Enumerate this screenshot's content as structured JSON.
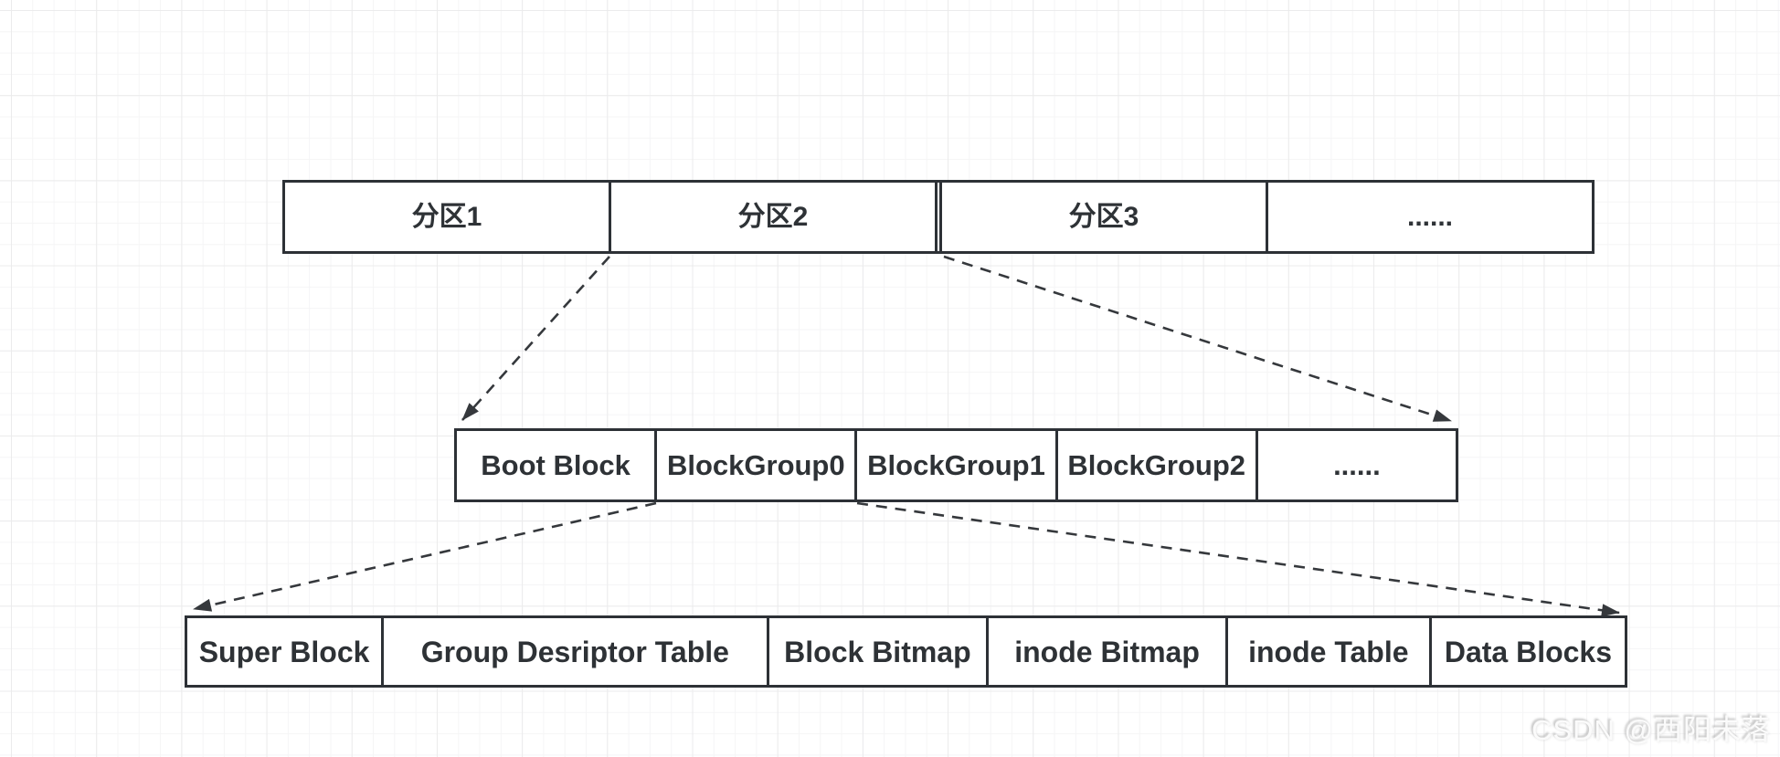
{
  "watermark": "CSDN @西阳未落",
  "colors": {
    "box_border": "#2d3136",
    "box_text": "#2e3236",
    "arrow": "#35383c",
    "background": "#ffffff",
    "grid_minor": "#f5f5f6",
    "grid_major": "#ebebec"
  },
  "diagram": {
    "partition_row": {
      "cells": [
        "分区1",
        "分区2",
        "分区3",
        "......"
      ]
    },
    "block_group_row": {
      "cells": [
        "Boot Block",
        "BlockGroup0",
        "BlockGroup1",
        "BlockGroup2",
        "......"
      ]
    },
    "block_group_detail_row": {
      "cells": [
        "Super Block",
        "Group Desriptor Table",
        "Block Bitmap",
        "inode Bitmap",
        "inode Table",
        "Data Blocks"
      ]
    }
  }
}
